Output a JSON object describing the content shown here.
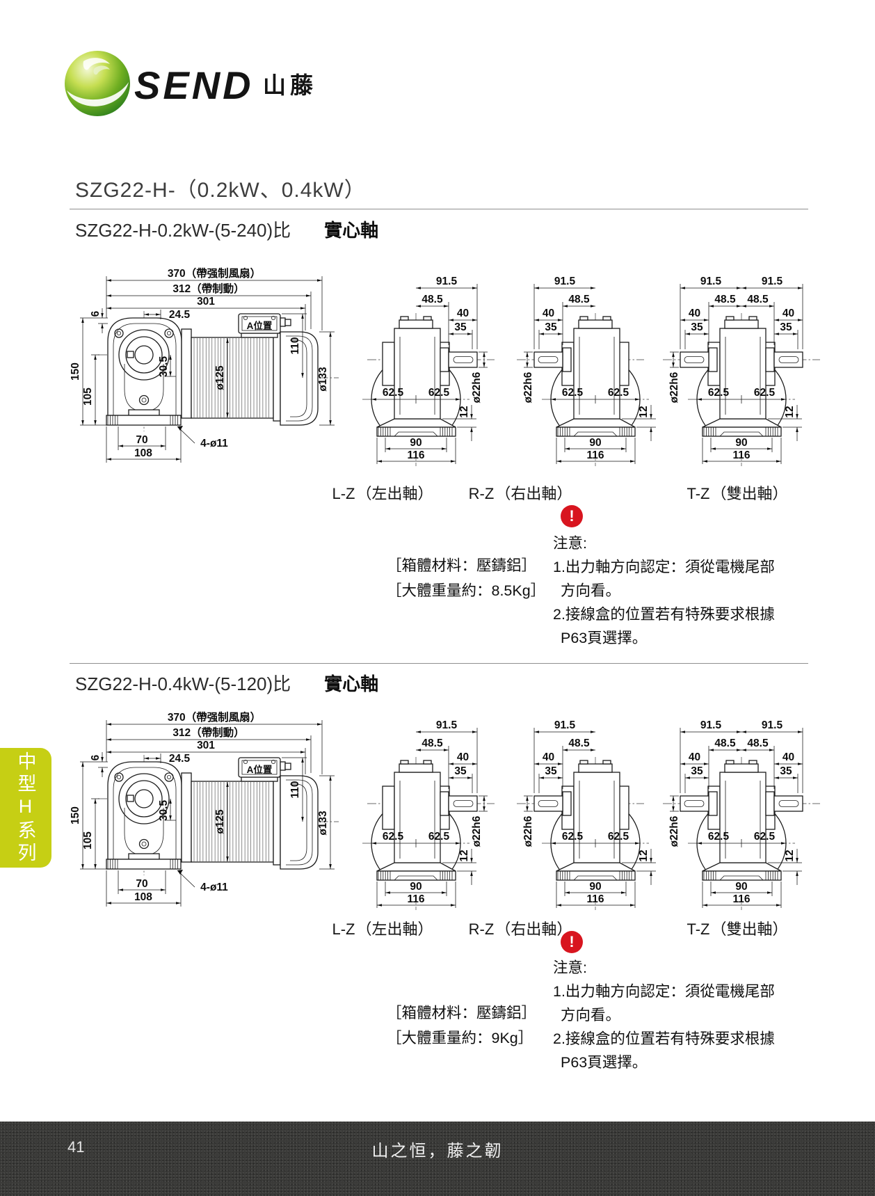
{
  "brand": {
    "name": "SEND",
    "name_cn": "山藤"
  },
  "page_title": "SZG22-H-（0.2kW、0.4kW）",
  "side_tab": "中型H系列",
  "notice_icon": "!",
  "footer": {
    "page_number": "41",
    "slogan": "山之恒，藤之韌"
  },
  "views": [
    {
      "code": "L-Z",
      "name": "（左出軸）",
      "shaft": "right"
    },
    {
      "code": "R-Z",
      "name": "（右出軸）",
      "shaft": "left"
    },
    {
      "code": "T-Z",
      "name": "（雙出軸）",
      "shaft": "both"
    }
  ],
  "drawings": {
    "side_dims": {
      "overall_fan": "370（帶强制風扇）",
      "overall_brake": "312（帶制動）",
      "overall": "301",
      "d24_5": "24.5",
      "d6": "6",
      "d150": "150",
      "d105": "105",
      "d30_5": "30.5",
      "motor_dia": "ø125",
      "d110": "110",
      "fan_dia": "ø133",
      "d70": "70",
      "d108": "108",
      "holes": "4-ø11",
      "terminal_label": "A位置"
    },
    "front_dims": {
      "w91_5": "91.5",
      "w48_5": "48.5",
      "d40": "40",
      "d35": "35",
      "r62_5": "62.5",
      "shaft_dia": "ø22h6",
      "d12": "12",
      "base_inner": "90",
      "base_outer": "116"
    }
  },
  "sections": [
    {
      "model": "SZG22-H-0.2kW-(5-240)比",
      "shaft_type": "實心軸",
      "material_lines": [
        "［箱體材料：壓鑄鋁］",
        "［大體重量約：8.5Kg］"
      ],
      "notice_title": "注意:",
      "notice_lines": [
        "1.出力軸方向認定：須從電機尾部",
        "方向看。",
        "2.接線盒的位置若有特殊要求根據",
        "P63頁選擇。"
      ]
    },
    {
      "model": "SZG22-H-0.4kW-(5-120)比",
      "shaft_type": "實心軸",
      "material_lines": [
        "［箱體材料：壓鑄鋁］",
        "［大體重量約：9Kg］"
      ],
      "notice_title": "注意:",
      "notice_lines": [
        "1.出力軸方向認定：須從電機尾部",
        "方向看。",
        "2.接線盒的位置若有特殊要求根據",
        "P63頁選擇。"
      ]
    }
  ]
}
